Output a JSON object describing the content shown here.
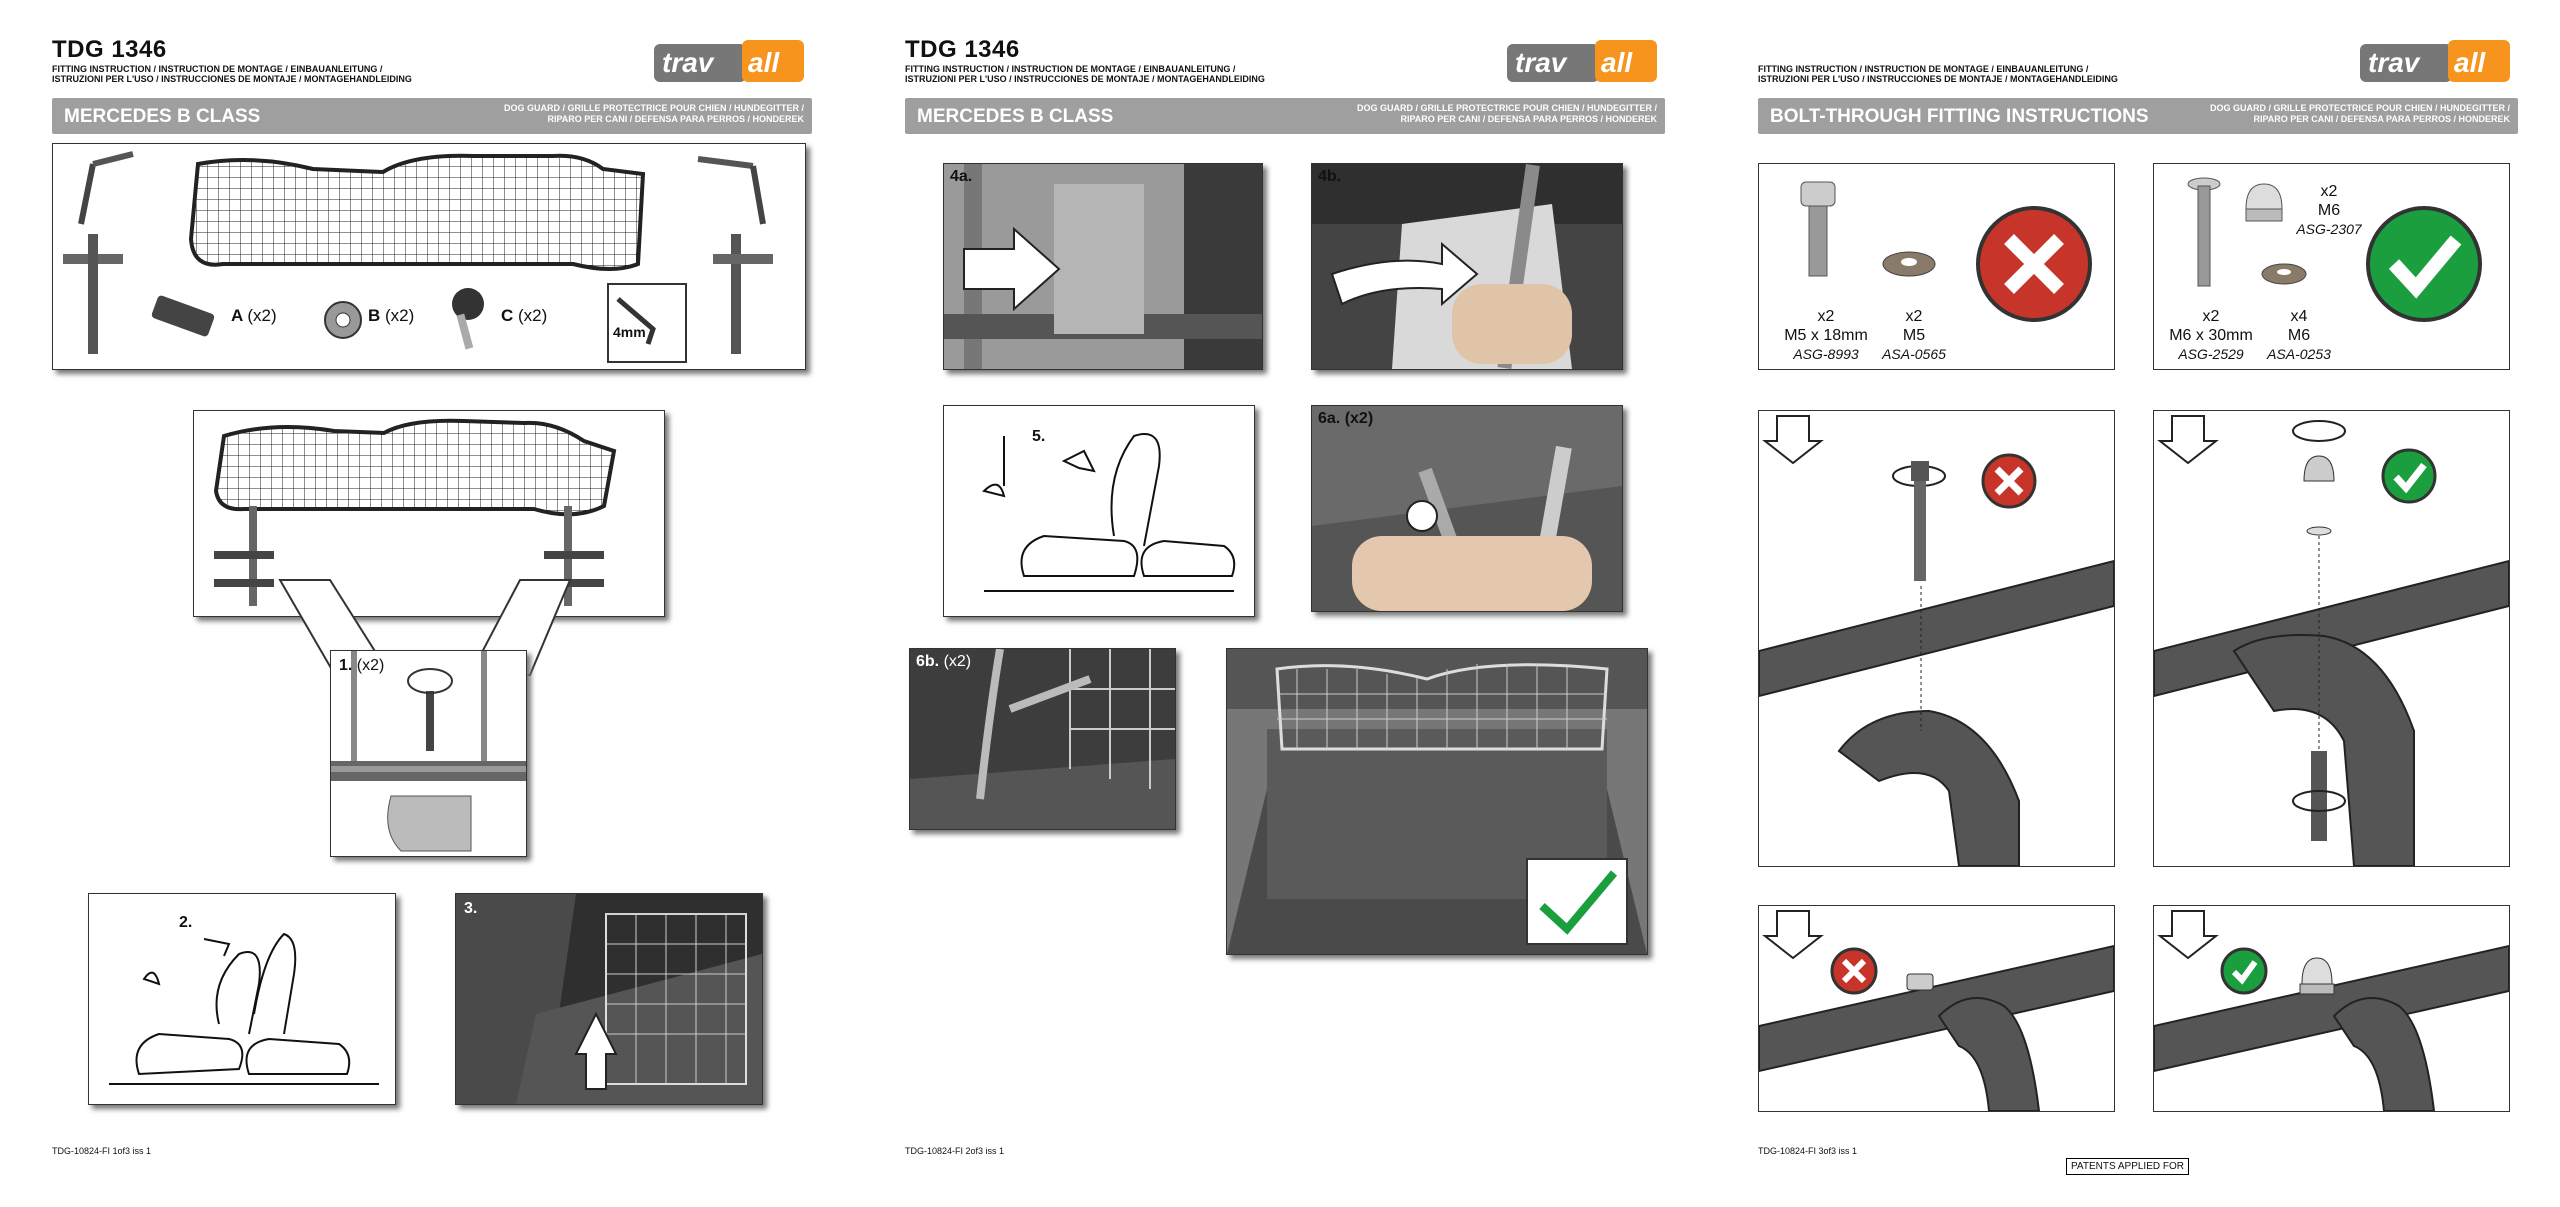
{
  "brand": {
    "logo_left": "trav",
    "logo_right": "all"
  },
  "pages": [
    {
      "title": "TDG 1346",
      "subtitle_line1": "FITTING INSTRUCTION / INSTRUCTION DE MONTAGE / EINBAUANLEITUNG /",
      "subtitle_line2": "ISTRUZIONI PER L'USO / INSTRUCCIONES DE MONTAJE / MONTAGEHANDLEIDING",
      "bar_title": "MERCEDES B CLASS",
      "bar_sub_line1": "DOG GUARD / GRILLE PROTECTRICE POUR CHIEN / HUNDEGITTER /",
      "bar_sub_line2": "RIPARO PER CANI / DEFENSA PARA PERROS / HONDEREK",
      "footer_code": "TDG-10824-FI 1of3 iss 1",
      "parts": [
        {
          "letter": "A",
          "qty": "(x2)"
        },
        {
          "letter": "B",
          "qty": "(x2)"
        },
        {
          "letter": "C",
          "qty": "(x2)"
        }
      ],
      "key_label": "4mm",
      "steps": {
        "s1": "1.",
        "s1_qty": "(x2)",
        "s2": "2.",
        "s3": "3."
      }
    },
    {
      "title": "TDG 1346",
      "subtitle_line1": "FITTING INSTRUCTION / INSTRUCTION DE MONTAGE / EINBAUANLEITUNG /",
      "subtitle_line2": "ISTRUZIONI PER L'USO / INSTRUCCIONES DE MONTAJE / MONTAGEHANDLEIDING",
      "bar_title": "MERCEDES B CLASS",
      "bar_sub_line1": "DOG GUARD / GRILLE PROTECTRICE POUR CHIEN / HUNDEGITTER /",
      "bar_sub_line2": "RIPARO PER CANI / DEFENSA PARA PERROS / HONDEREK",
      "footer_code": "TDG-10824-FI 2of3 iss 1",
      "steps": {
        "s4a": "4a.",
        "s4b": "4b.",
        "s5": "5.",
        "s6a": "6a. (x2)",
        "s6b": "6b.",
        "s6b_qty": "(x2)"
      }
    },
    {
      "subtitle_line1": "FITTING INSTRUCTION / INSTRUCTION DE MONTAGE / EINBAUANLEITUNG /",
      "subtitle_line2": "ISTRUZIONI PER L'USO / INSTRUCCIONES DE MONTAJE / MONTAGEHANDLEIDING",
      "bar_title": "BOLT-THROUGH FITTING INSTRUCTIONS",
      "bar_sub_line1": "DOG GUARD / GRILLE PROTECTRICE POUR CHIEN / HUNDEGITTER /",
      "bar_sub_line2": "RIPARO PER CANI / DEFENSA PARA PERROS / HONDEREK",
      "footer_code": "TDG-10824-FI 3of3 iss 1",
      "patents": "PATENTS APPLIED FOR",
      "wrong_parts": [
        {
          "qty": "x2",
          "size": "M5 x 18mm",
          "code": "ASG-8993"
        },
        {
          "qty": "x2",
          "size": "M5",
          "code": "ASA-0565"
        }
      ],
      "right_parts": [
        {
          "qty": "x2",
          "size": "M6 x 30mm",
          "code": "ASG-2529"
        },
        {
          "qty": "x4",
          "size": "M6",
          "code": "ASA-0253"
        },
        {
          "qty": "x2",
          "size": "M6",
          "code": "ASG-2307"
        }
      ]
    }
  ],
  "colors": {
    "bar": "#9f9f9f",
    "logo_gray": "#777777",
    "logo_orange": "#f7941d",
    "wrong": "#c7352a",
    "right": "#1b9e3e"
  }
}
